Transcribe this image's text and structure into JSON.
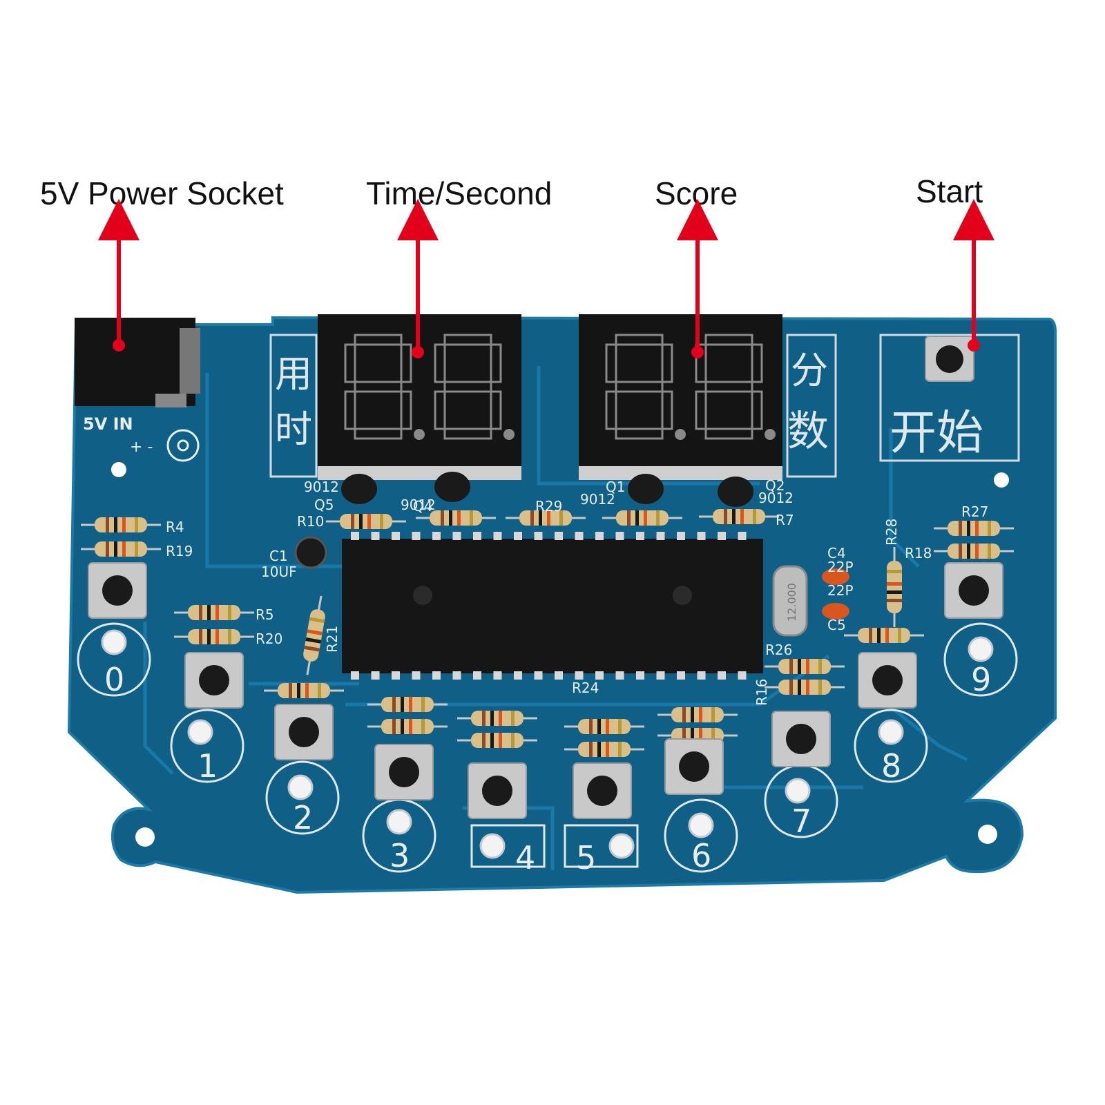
{
  "callouts": {
    "power": "5V Power Socket",
    "time": "Time/Second",
    "score": "Score",
    "start": "Start"
  },
  "board": {
    "power_label": "5V IN",
    "polarity": "+ -",
    "time_cn_1": "用",
    "time_cn_2": "时",
    "score_cn_1": "分",
    "score_cn_2": "数",
    "start_cn": "开始",
    "crystal": "12.000",
    "cap_value": "10UF",
    "transistor_model": "9012",
    "components": [
      "R4",
      "R19",
      "R5",
      "R20",
      "R21",
      "R10",
      "C1",
      "Q5",
      "Q4",
      "R29",
      "Q1",
      "Q2",
      "R7",
      "C4",
      "22P",
      "22P",
      "C5",
      "R28",
      "R27",
      "R18",
      "R26",
      "R16",
      "R24"
    ],
    "buttons": [
      "0",
      "1",
      "2",
      "3",
      "4",
      "5",
      "6",
      "7",
      "8",
      "9"
    ]
  },
  "colors": {
    "pcb": "#0f5f86",
    "pcb_edge": "#1d7aa6",
    "silkscreen": "#e6eef2",
    "arrow": "#e3001b",
    "display": "#141414",
    "segment": "#8a8a8a"
  }
}
